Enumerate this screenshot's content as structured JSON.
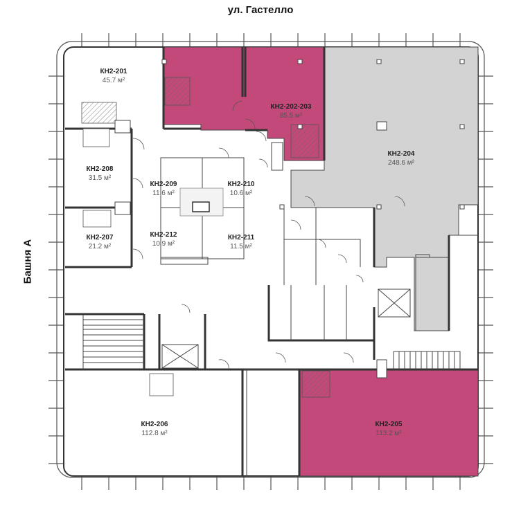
{
  "labels": {
    "street": "ул. Гастелло",
    "tower": "Башня А"
  },
  "colors": {
    "selected": "#c2497a",
    "occupied": "#d3d3d3",
    "free": "#ffffff",
    "wall": "#333333"
  },
  "units": [
    {
      "id": "201",
      "code": "КН2-201",
      "area": "45.7 м²",
      "state": "free"
    },
    {
      "id": "202",
      "code": "КН2-202-203",
      "area": "85.5 м²",
      "state": "selected"
    },
    {
      "id": "204",
      "code": "КН2-204",
      "area": "248.6 м²",
      "state": "occupied"
    },
    {
      "id": "208",
      "code": "КН2-208",
      "area": "31.5 м²",
      "state": "free"
    },
    {
      "id": "209",
      "code": "КН2-209",
      "area": "11.6 м²",
      "state": "free"
    },
    {
      "id": "210",
      "code": "КН2-210",
      "area": "10.6 м²",
      "state": "free"
    },
    {
      "id": "207",
      "code": "КН2-207",
      "area": "21.2 м²",
      "state": "free"
    },
    {
      "id": "212",
      "code": "КН2-212",
      "area": "10.9 м²",
      "state": "free"
    },
    {
      "id": "211",
      "code": "КН2-211",
      "area": "11.5 м²",
      "state": "free"
    },
    {
      "id": "206",
      "code": "КН2-206",
      "area": "112.8 м²",
      "state": "free"
    },
    {
      "id": "205",
      "code": "КН2-205",
      "area": "113.2 м²",
      "state": "selected"
    }
  ]
}
